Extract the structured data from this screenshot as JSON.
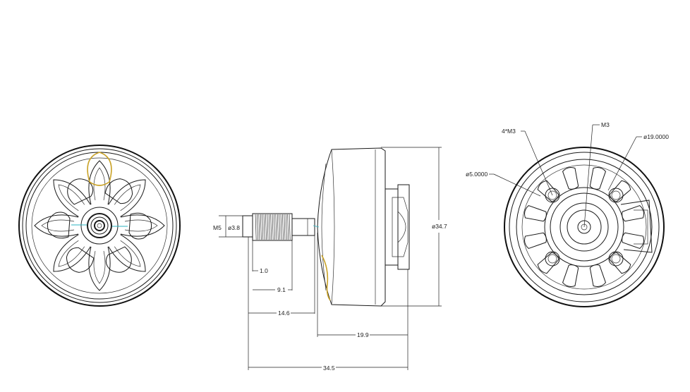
{
  "colors": {
    "line": "#1a1a1a",
    "wire": "#c9a227",
    "accent": "#2bb3c0",
    "background": "#ffffff"
  },
  "side_view": {
    "dims": {
      "m5": "M5",
      "d38": "ø3.8",
      "d1": "1.0",
      "d91": "9.1",
      "d146": "14.6",
      "d199": "19.9",
      "d345": "34.5",
      "d347": "ø34.7"
    }
  },
  "bottom_view": {
    "labels": {
      "m3_4": "4*M3",
      "m3": "M3",
      "d19": "ø19.0000",
      "d5": "ø5.0000"
    }
  }
}
